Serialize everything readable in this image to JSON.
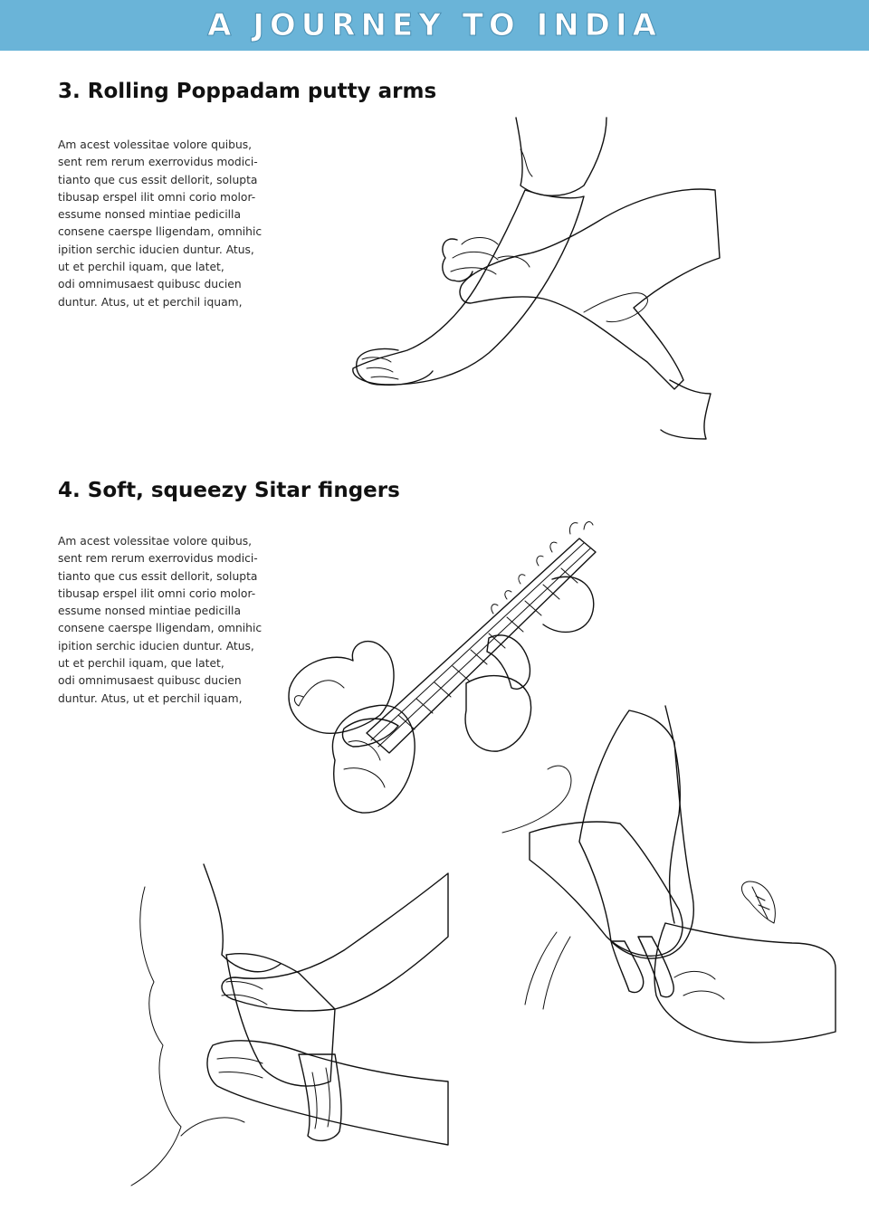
{
  "header": {
    "title": "A Journey to India",
    "background_color": "#6ab4d8"
  },
  "sections": [
    {
      "title": "3. Rolling Poppadam putty arms",
      "body_lines": [
        "Am acest volessitae volore quibus,",
        "sent rem rerum exerrovidus modici-",
        "tianto que cus essit dellorit, solupta",
        "tibusap erspel ilit omni corio molor-",
        "essume nonsed mintiae pedicilla",
        "consene caerspe lligendam, omnihic",
        "ipition serchic iducien duntur. Atus,",
        "ut et perchil iquam, que latet,",
        "odi omnimusaest quibusc ducien",
        "duntur. Atus, ut et perchil iquam,"
      ]
    },
    {
      "title": "4. Soft, squeezy Sitar fingers",
      "body_lines": [
        "Am acest volessitae volore quibus,",
        "sent rem rerum exerrovidus modici-",
        "tianto que cus essit dellorit, solupta",
        "tibusap erspel ilit omni corio molor-",
        "essume nonsed mintiae pedicilla",
        "consene caerspe lligendam, omnihic",
        "ipition serchic iducien duntur. Atus,",
        "ut et perchil iquam, que latet,",
        "odi omnimusaest quibusc ducien",
        "duntur. Atus, ut et perchil iquam,"
      ]
    }
  ],
  "palette": {
    "light_skin": "#d9b055",
    "dark_skin": "#a07a3a",
    "sitar_wood": "#e2bd77",
    "cushion_pink": "#f0a08a",
    "ink": "#111111"
  }
}
